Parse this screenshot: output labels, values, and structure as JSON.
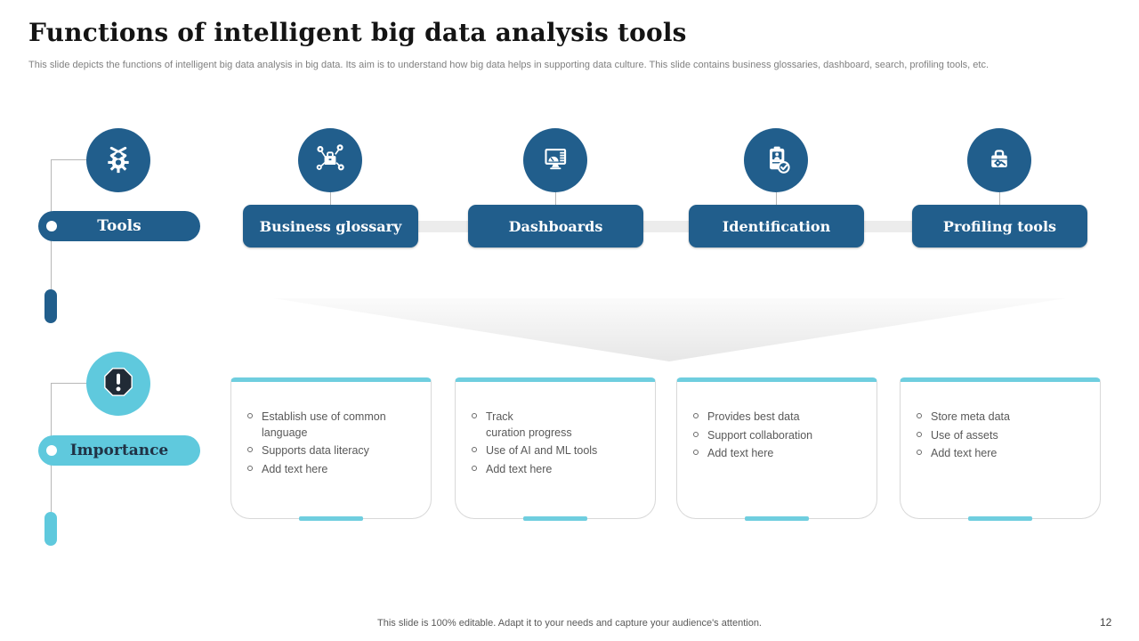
{
  "slide": {
    "title": "Functions of intelligent big data analysis tools",
    "subtitle": "This slide depicts the functions  of intelligent big data analysis in big  data. Its aim is to understand how big data helps in supporting data culture. This slide contains business glossaries, dashboard, search, profiling tools, etc.",
    "footer": "This slide is 100% editable. Adapt it to your needs and capture your audience's attention.",
    "page_number": "12"
  },
  "rows": {
    "tools": {
      "label": "Tools",
      "icon": "tools-gear-icon"
    },
    "importance": {
      "label": "Importance",
      "icon": "alert-octagon-icon"
    }
  },
  "columns": [
    {
      "label": "Business glossary",
      "icon": "network-briefcase-icon",
      "bullets": [
        "Establish use of common language",
        "Supports data literacy",
        "Add text here"
      ]
    },
    {
      "label": "Dashboards",
      "icon": "monitor-gauge-icon",
      "bullets": [
        "Track\ncuration progress",
        "Use of AI and ML tools",
        "Add text here"
      ]
    },
    {
      "label": "Identification",
      "icon": "id-badge-check-icon",
      "bullets": [
        "Provides best data",
        "Support collaboration",
        "Add text here"
      ]
    },
    {
      "label": "Profiling tools",
      "icon": "toolbox-gear-icon",
      "bullets": [
        "Store meta data",
        "Use of assets",
        "Add text here"
      ]
    }
  ],
  "colors": {
    "primary_blue": "#215E8C",
    "accent_cyan": "#5FC9DD",
    "card_accent": "#6FCEDF",
    "body_text": "#595959",
    "octagon_dark": "#212B36"
  }
}
